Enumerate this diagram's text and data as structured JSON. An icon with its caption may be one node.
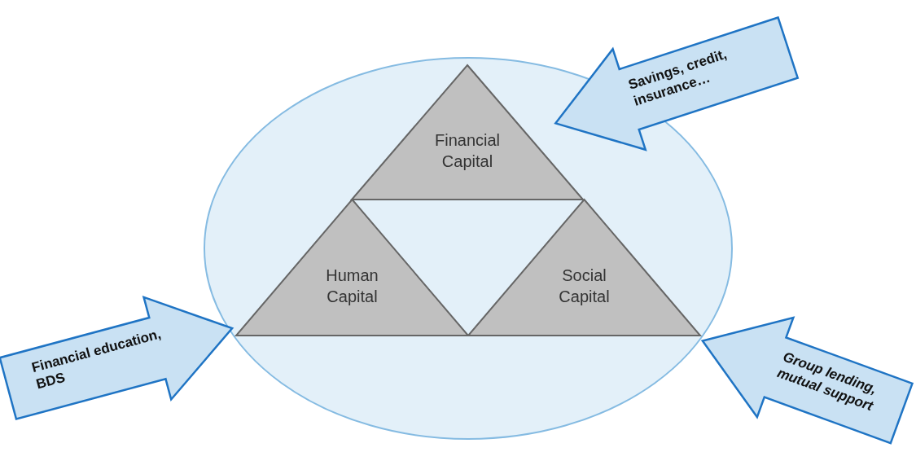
{
  "diagram": {
    "nodes": [
      {
        "text": [],
        "shape": "ellipse"
      },
      {
        "text": [
          "Financial Capital"
        ],
        "in": 0
      },
      {
        "text": [
          "Human Capital"
        ],
        "in": 0
      },
      {
        "text": [
          "Social Capital"
        ],
        "in": 0
      },
      {
        "text": [
          "Savings, credit, insurance…"
        ]
      },
      {
        "text": [
          "Financial education, BDS"
        ]
      },
      {
        "text": [
          "Group lending, mutual support"
        ]
      }
    ]
  }
}
